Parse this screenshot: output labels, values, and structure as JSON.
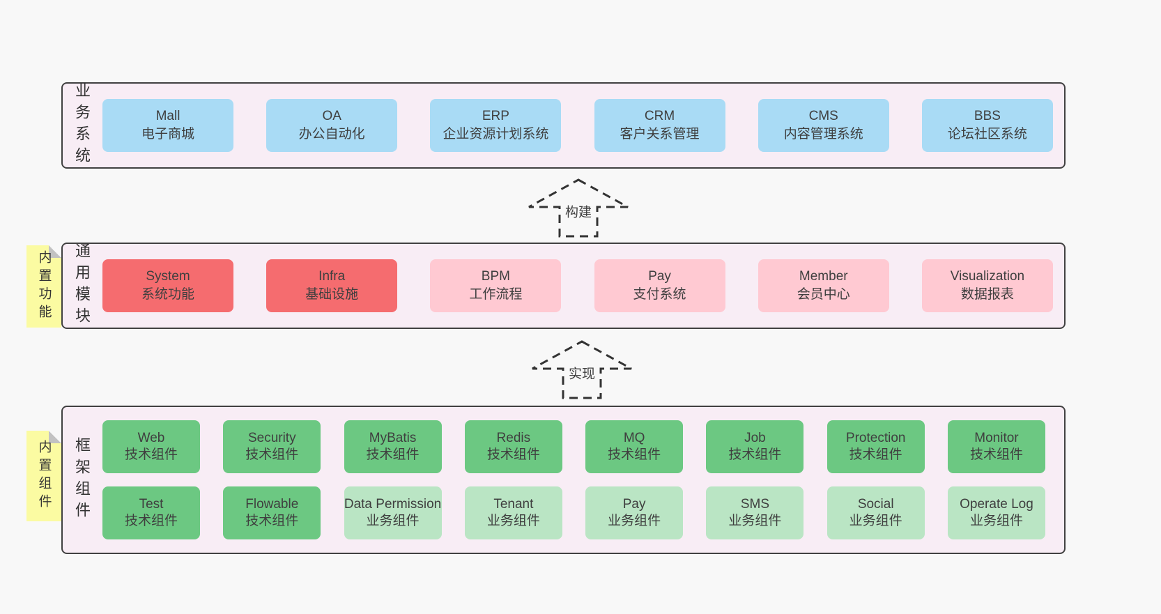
{
  "colors": {
    "page_bg": "#f8f8f8",
    "band_bg": "#f8edf5",
    "band_border": "#414141",
    "blue_box": "#a9dbf5",
    "red_box": "#f56c6f",
    "pink_box": "#ffc9d2",
    "green_box": "#6cc882",
    "light_green_box": "#bae5c4",
    "sticky_yellow": "#fbfba2",
    "sticky_fold_gray": "#c2c2c2",
    "text": "#3f3f3f",
    "arrow_stroke": "#333333"
  },
  "arrows": [
    {
      "label": "构建"
    },
    {
      "label": "实现"
    }
  ],
  "bands": [
    {
      "label": "业务系统",
      "boxes": [
        {
          "title": "Mall",
          "subtitle": "电子商城",
          "color": "blue"
        },
        {
          "title": "OA",
          "subtitle": "办公自动化",
          "color": "blue"
        },
        {
          "title": "ERP",
          "subtitle": "企业资源计划系统",
          "color": "blue"
        },
        {
          "title": "CRM",
          "subtitle": "客户关系管理",
          "color": "blue"
        },
        {
          "title": "CMS",
          "subtitle": "内容管理系统",
          "color": "blue"
        },
        {
          "title": "BBS",
          "subtitle": "论坛社区系统",
          "color": "blue"
        }
      ]
    },
    {
      "label": "通用模块",
      "sticky": "内置功能",
      "boxes": [
        {
          "title": "System",
          "subtitle": "系统功能",
          "color": "red"
        },
        {
          "title": "Infra",
          "subtitle": "基础设施",
          "color": "red"
        },
        {
          "title": "BPM",
          "subtitle": "工作流程",
          "color": "pink"
        },
        {
          "title": "Pay",
          "subtitle": "支付系统",
          "color": "pink"
        },
        {
          "title": "Member",
          "subtitle": "会员中心",
          "color": "pink"
        },
        {
          "title": "Visualization",
          "subtitle": "数据报表",
          "color": "pink"
        }
      ]
    },
    {
      "label": "框架组件",
      "sticky": "内置组件",
      "rows": [
        [
          {
            "title": "Web",
            "subtitle": "技术组件",
            "color": "green"
          },
          {
            "title": "Security",
            "subtitle": "技术组件",
            "color": "green"
          },
          {
            "title": "MyBatis",
            "subtitle": "技术组件",
            "color": "green"
          },
          {
            "title": "Redis",
            "subtitle": "技术组件",
            "color": "green"
          },
          {
            "title": "MQ",
            "subtitle": "技术组件",
            "color": "green"
          },
          {
            "title": "Job",
            "subtitle": "技术组件",
            "color": "green"
          },
          {
            "title": "Protection",
            "subtitle": "技术组件",
            "color": "green"
          },
          {
            "title": "Monitor",
            "subtitle": "技术组件",
            "color": "green"
          }
        ],
        [
          {
            "title": "Test",
            "subtitle": "技术组件",
            "color": "green"
          },
          {
            "title": "Flowable",
            "subtitle": "技术组件",
            "color": "green"
          },
          {
            "title": "Data Permission",
            "subtitle": "业务组件",
            "color": "lgreen"
          },
          {
            "title": "Tenant",
            "subtitle": "业务组件",
            "color": "lgreen"
          },
          {
            "title": "Pay",
            "subtitle": "业务组件",
            "color": "lgreen"
          },
          {
            "title": "SMS",
            "subtitle": "业务组件",
            "color": "lgreen"
          },
          {
            "title": "Social",
            "subtitle": "业务组件",
            "color": "lgreen"
          },
          {
            "title": "Operate Log",
            "subtitle": "业务组件",
            "color": "lgreen"
          }
        ]
      ]
    }
  ]
}
